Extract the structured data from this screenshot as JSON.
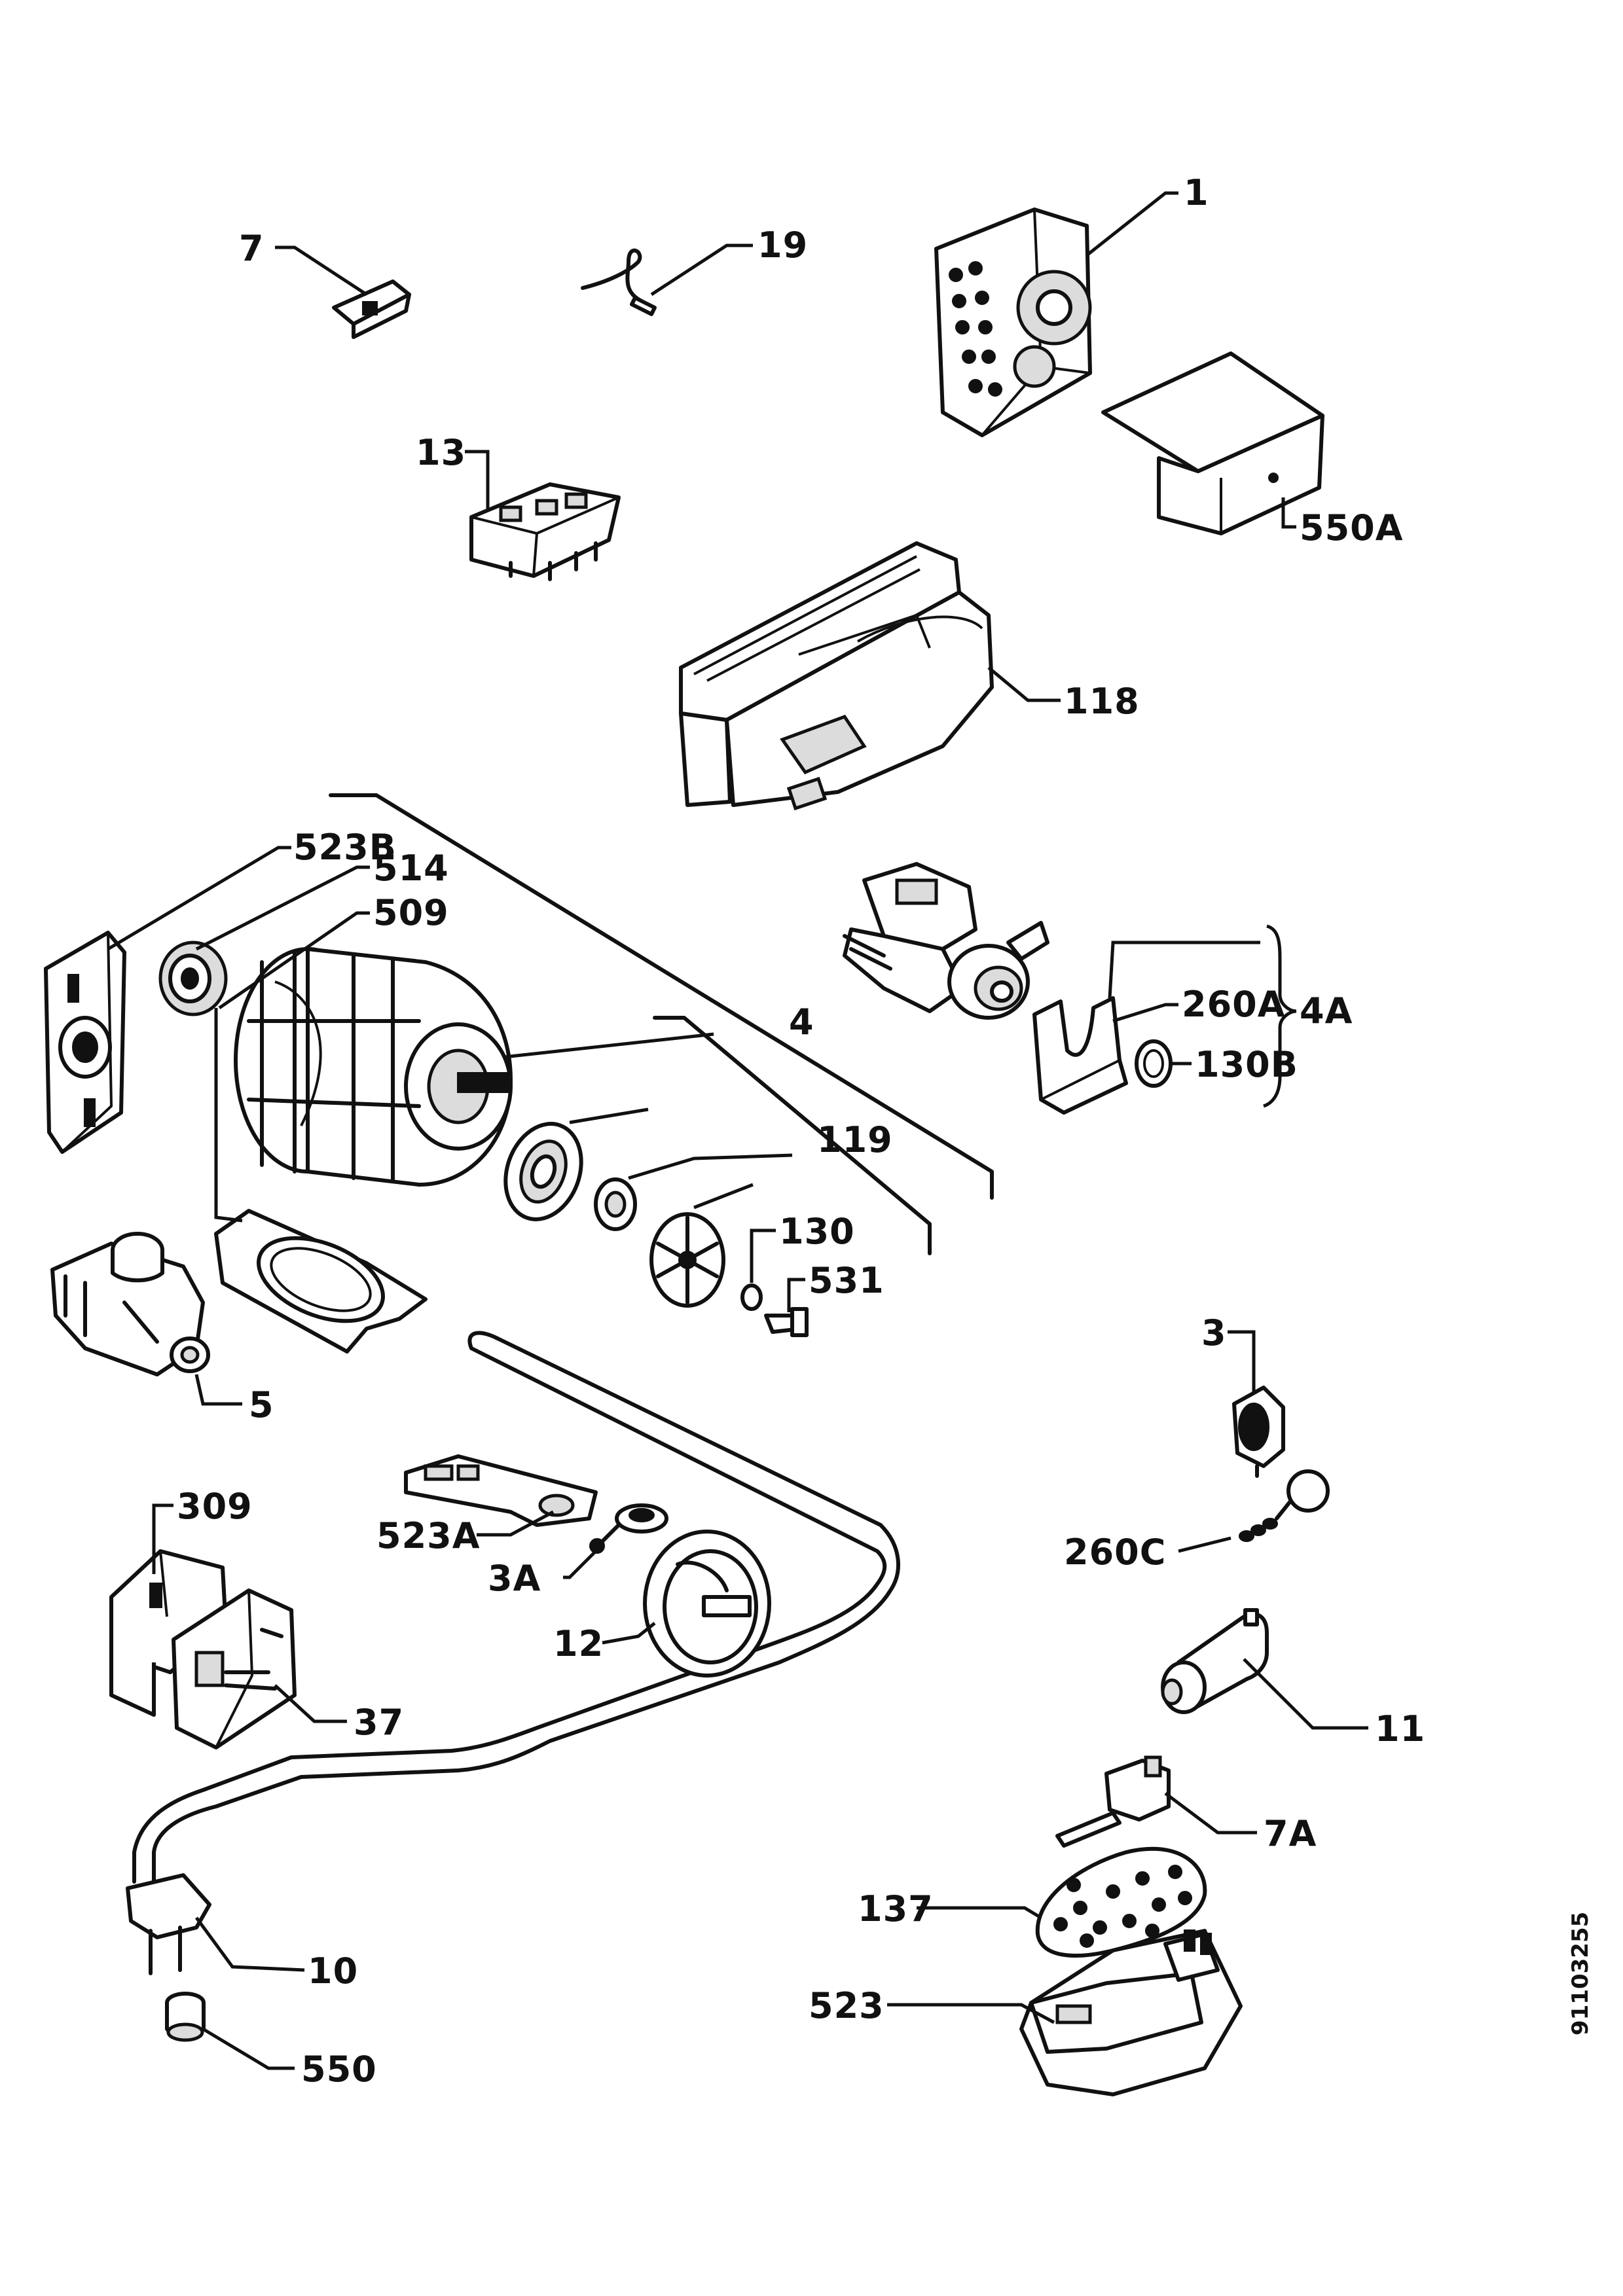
{
  "diagram_id": "91103255",
  "parts": {
    "p1": "1",
    "p7": "7",
    "p19": "19",
    "p13": "13",
    "p550A": "550A",
    "p118": "118",
    "p523B": "523B",
    "p514": "514",
    "p509": "509",
    "p4": "4",
    "p260A": "260A",
    "p4A": "4A",
    "p130B": "130B",
    "p119": "119",
    "p130": "130",
    "p531": "531",
    "p3": "3",
    "p5": "5",
    "p309": "309",
    "p523A": "523A",
    "p3A": "3A",
    "p260C": "260C",
    "p12": "12",
    "p37": "37",
    "p11": "11",
    "p7A": "7A",
    "p137": "137",
    "p10": "10",
    "p523": "523",
    "p550": "550"
  }
}
